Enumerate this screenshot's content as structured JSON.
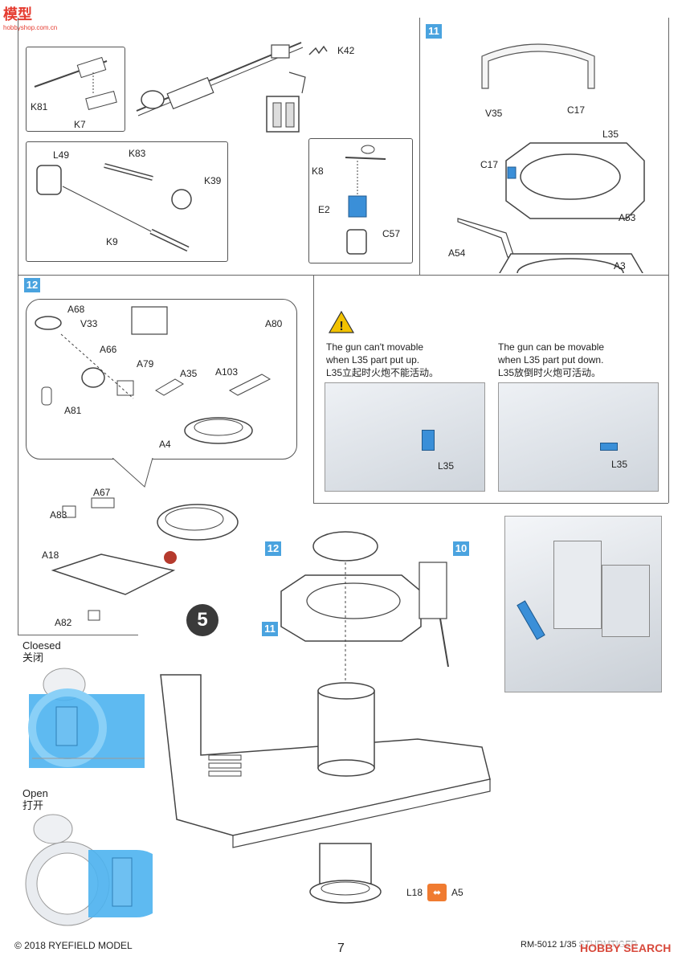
{
  "watermark": {
    "top": "模型",
    "bottom": "hobbyshop.com.cn"
  },
  "section_k": {
    "labels": [
      "K42",
      "K81",
      "K7",
      "L49",
      "K83",
      "K39",
      "K9",
      "K8",
      "E2",
      "C57"
    ]
  },
  "step11": {
    "badge": "11",
    "labels": [
      "V35",
      "C17",
      "C17",
      "L35",
      "A53",
      "A54",
      "A3"
    ]
  },
  "step12": {
    "badge": "12",
    "labels": [
      "A68",
      "V33",
      "A66",
      "A79",
      "A35",
      "A80",
      "A103",
      "A81",
      "A4",
      "A67",
      "A83",
      "A18",
      "A82"
    ]
  },
  "notes": {
    "up_en_1": "The gun can't movable",
    "up_en_2": "when L35 part put up.",
    "up_cn": "L35立起时火炮不能活动。",
    "up_photo_label": "L35",
    "down_en_1": "The gun can be movable",
    "down_en_2": "when L35 part put down.",
    "down_cn": "L35放倒时火炮可活动。",
    "down_photo_label": "L35"
  },
  "step5": {
    "number": "5",
    "badge12": "12",
    "badge11": "11",
    "badge10": "10",
    "bottom_labels": {
      "l18": "L18",
      "a5": "A5"
    }
  },
  "closed": {
    "en": "Cloesed",
    "cn": "关闭"
  },
  "open": {
    "en": "Open",
    "cn": "打开"
  },
  "footer": {
    "copyright": "© 2018 RYEFIELD MODEL",
    "page": "7",
    "code": "RM-5012 1/35 STURMTIGER",
    "search_logo": "HOBBY SEARCH"
  },
  "colors": {
    "accent_blue": "#4aa3df",
    "part_blue": "#3a8fd8",
    "warning_yellow": "#f2c200",
    "watermark_red": "#e53b2f"
  }
}
